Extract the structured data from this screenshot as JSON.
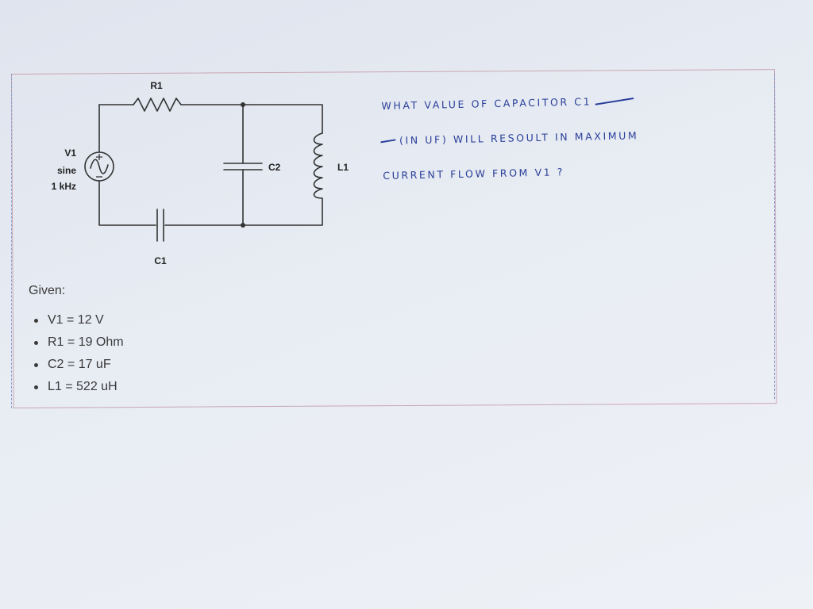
{
  "circuit": {
    "labels": {
      "v1_name": "V1",
      "v1_type": "sine",
      "v1_freq": "1 kHz",
      "r1": "R1",
      "c1": "C1",
      "c2": "C2",
      "l1": "L1"
    }
  },
  "given": {
    "title": "Given:",
    "items": [
      "V1 = 12 V",
      "R1 = 19 Ohm",
      "C2 = 17 uF",
      "L1 = 522 uH"
    ]
  },
  "handwritten_note": {
    "line1": "What value of capacitor C1",
    "line2": "(in uF) will resoult in maximum",
    "line3": "current flow from V1 ?"
  },
  "colors": {
    "ink": "#2a3f9a",
    "wire": "#333333",
    "border": "#c9a6b4"
  }
}
